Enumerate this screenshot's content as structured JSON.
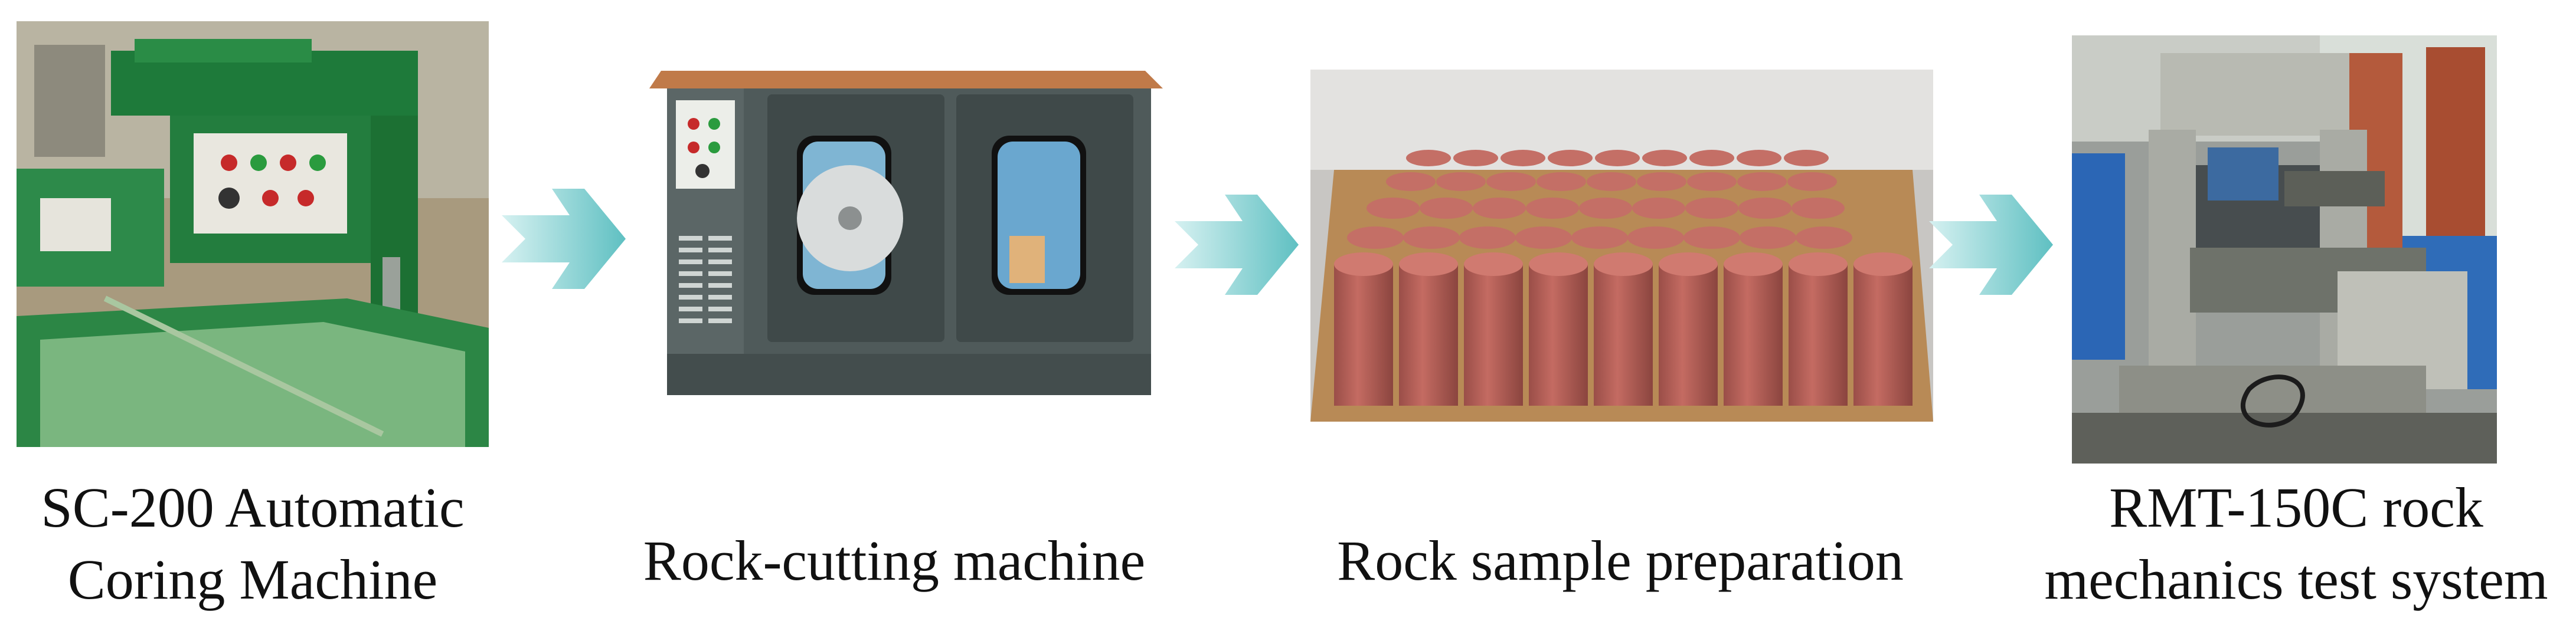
{
  "steps": [
    {
      "image": "sc-200-coring-machine-photo",
      "caption_lines": [
        "SC-200 Automatic",
        "Coring Machine"
      ]
    },
    {
      "image": "rock-cutting-machine-photo",
      "caption_lines": [
        "Rock-cutting machine"
      ]
    },
    {
      "image": "rock-samples-photo",
      "caption_lines": [
        "Rock sample preparation"
      ]
    },
    {
      "image": "rmt-150c-test-system-photo",
      "caption_lines": [
        "RMT-150C rock",
        "mechanics test system"
      ]
    }
  ],
  "arrows": [
    "arrow-right-icon",
    "arrow-right-icon",
    "arrow-right-icon"
  ],
  "colors": {
    "arrow_light": "#d6f1f1",
    "arrow_dark": "#5fc0c2",
    "machine_green": "#1f7f3b",
    "machine_grey": "#4f5a5a",
    "rock_red": "#b4615a",
    "table_brown": "#b88a56"
  }
}
